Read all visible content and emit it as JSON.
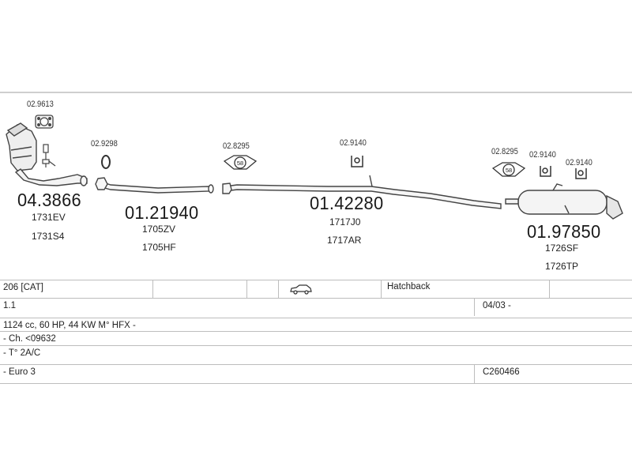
{
  "parts": [
    {
      "number": "04.3866",
      "refs": [
        "1731EV",
        "1731S4"
      ],
      "accessory": "02.9613"
    },
    {
      "number": "01.21940",
      "refs": [
        "1705ZV",
        "1705HF"
      ],
      "accessory": "02.9298"
    },
    {
      "number": "01.42280",
      "refs": [
        "1717J0",
        "1717AR"
      ],
      "accessory": "02.9140"
    },
    {
      "number": "01.97850",
      "refs": [
        "1726SF",
        "1726TP"
      ],
      "accessory": "02.8295"
    }
  ],
  "accessories": {
    "front_clamp": "02.8295",
    "rear_hanger_1": "02.9140",
    "rear_hanger_2": "02.9140"
  },
  "clamp_label": "58",
  "table": {
    "model": "206  [CAT]",
    "body_type": "Hatchback",
    "engine": "1.1",
    "date": "04/03 -",
    "engine_spec": "1124 cc, 60 HP, 44 KW M° HFX -",
    "chassis": "- Ch. <09632",
    "option": "- T° 2A/C",
    "emission": "- Euro 3",
    "code": "C260466"
  },
  "icons": {
    "car": "hatchback-car-icon"
  }
}
